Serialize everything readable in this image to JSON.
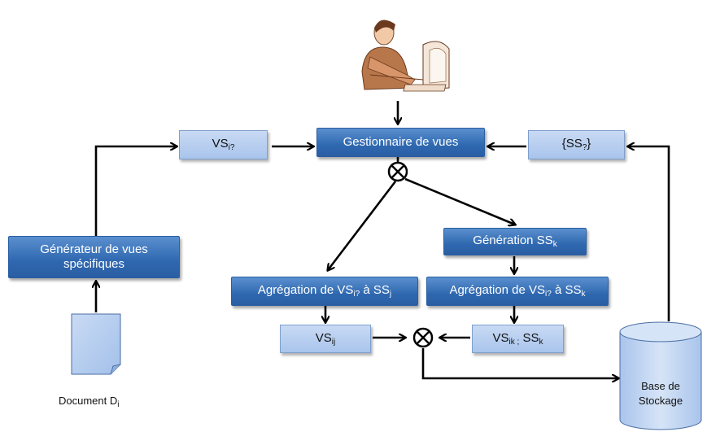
{
  "nodes": {
    "gestionnaire": "Gestionnaire de  vues",
    "vs_in": {
      "base": "VS",
      "sub": "i?"
    },
    "ss_set": {
      "base": "{SS",
      "sub": "?",
      "tail": "}"
    },
    "generateur": "Générateur de vues spécifiques",
    "generation_ssk": {
      "base": "Génération SS",
      "sub": "k"
    },
    "agreg_j": {
      "prefix": "Agrégation de VS",
      "sub1": "i?",
      "mid": "  à SS",
      "sub2": "j"
    },
    "agreg_k": {
      "prefix": "Agrégation de VS",
      "sub1": "i?",
      "mid": " à SS",
      "sub2": "k"
    },
    "vsij": {
      "base": "VS",
      "sub": "ij"
    },
    "vsik": {
      "base": "VS",
      "sub1": "ik ;",
      "mid": " SS",
      "sub2": "k"
    },
    "document": {
      "base": "Document  D",
      "sub": "i"
    },
    "base_stockage": {
      "line1": "Base de",
      "line2": "Stockage"
    }
  },
  "icons": [
    "user-at-computer-icon",
    "document-icon",
    "database-cylinder-icon",
    "merge-operator-icon"
  ],
  "colors": {
    "dark_box": "#2f68b0",
    "light_box": "#b7cff0",
    "arrow": "#000000"
  }
}
